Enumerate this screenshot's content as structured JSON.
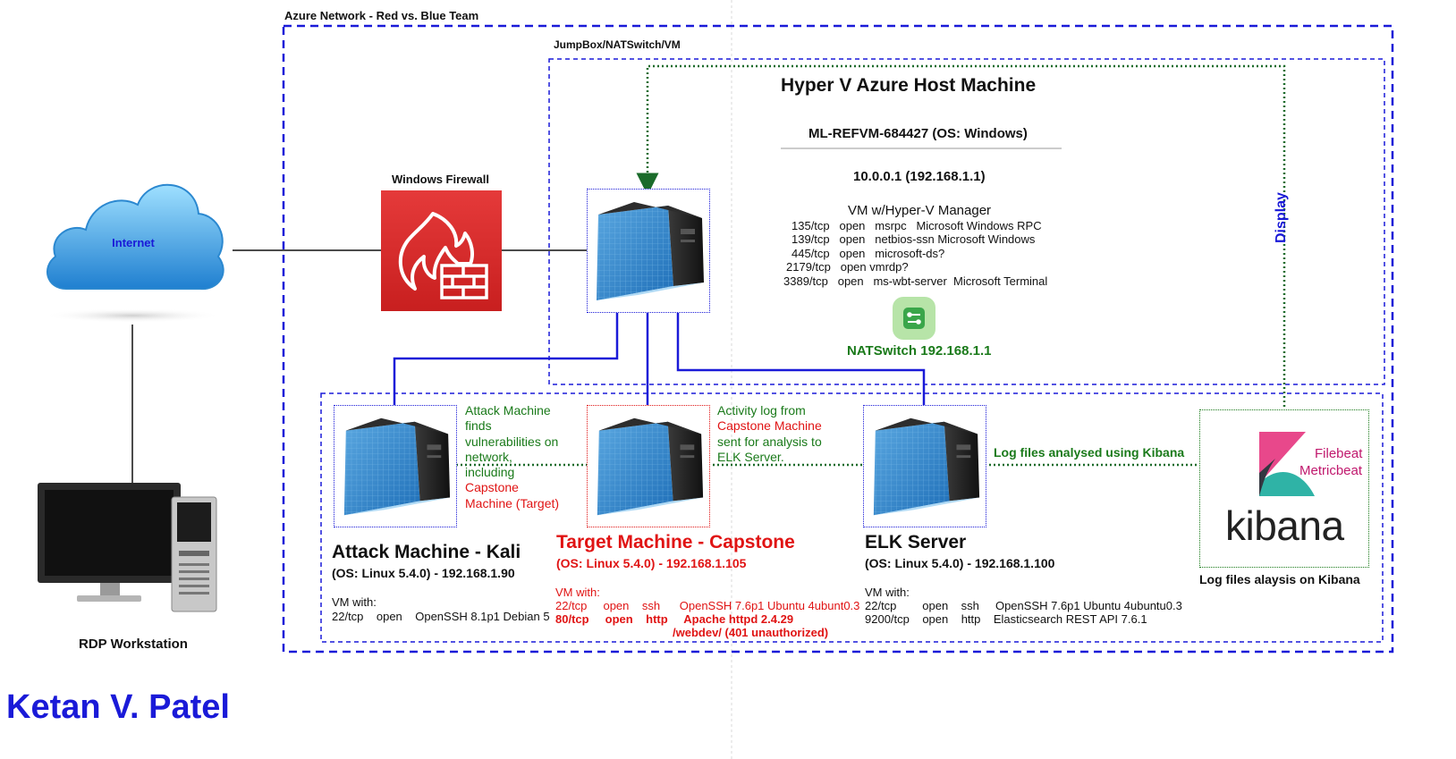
{
  "zones": {
    "azure_network": "Azure Network - Red vs. Blue Team",
    "jumpbox": "JumpBox/NATSwitch/VM"
  },
  "internet": {
    "label": "Internet"
  },
  "firewall": {
    "label": "Windows Firewall"
  },
  "rdp": {
    "label": "RDP Workstation"
  },
  "host": {
    "title": "Hyper V Azure Host Machine",
    "machine_id": "ML-REFVM-684427 (OS: Windows)",
    "ip": "10.0.0.1 (192.168.1.1)",
    "vm_manager": "VM w/Hyper-V Manager",
    "ports": [
      "135/tcp   open   msrpc   Microsoft Windows RPC",
      "139/tcp   open   netbios-ssn Microsoft Windows",
      "445/tcp   open   microsoft-ds?",
      "2179/tcp   open vmrdp?",
      "3389/tcp   open   ms-wbt-server  Microsoft Terminal"
    ],
    "natswitch": "NATSwitch 192.168.1.1",
    "display": "Display"
  },
  "attack": {
    "title": "Attack Machine - Kali",
    "os": "(OS: Linux 5.4.0) - 192.168.1.90",
    "vm_with": "VM with:",
    "ports": [
      "22/tcp    open    OpenSSH 8.1p1 Debian 5"
    ],
    "note_green": "Attack Machine finds vulnerabilities on network, including",
    "note_red": "Capstone Machine (Target)"
  },
  "target": {
    "title": "Target Machine - Capstone",
    "os": "(OS: Linux 5.4.0) - 192.168.1.105",
    "vm_with": "VM with:",
    "port1": "22/tcp     open    ssh      OpenSSH 7.6p1 Ubuntu 4ubunt0.3",
    "port2": "80/tcp     open    http     Apache httpd 2.4.29",
    "port2b": "/webdev/ (401 unauthorized)",
    "note_green1": "Activity log from",
    "note_red": "Capstone Machine",
    "note_green2": "sent for analysis to ELK Server."
  },
  "elk": {
    "title": "ELK Server",
    "os": "(OS: Linux 5.4.0) - 192.168.1.100",
    "vm_with": "VM with:",
    "ports": [
      "22/tcp        open    ssh     OpenSSH 7.6p1 Ubuntu 4ubuntu0.3",
      "9200/tcp    open    http    Elasticsearch REST API 7.6.1"
    ],
    "log_label": "Log files analysed using Kibana"
  },
  "kibana": {
    "filebeat": "Filebeat",
    "metricbeat": "Metricbeat",
    "wordmark": "kibana",
    "caption": "Log files alaysis on Kibana"
  },
  "author": "Ketan V. Patel",
  "colors": {
    "zone_blue": "#1a1ad8",
    "link_blue": "#1a1ad8",
    "green": "#1a7a1a",
    "red": "#e01414",
    "firewall_red": "#d42b2b"
  }
}
